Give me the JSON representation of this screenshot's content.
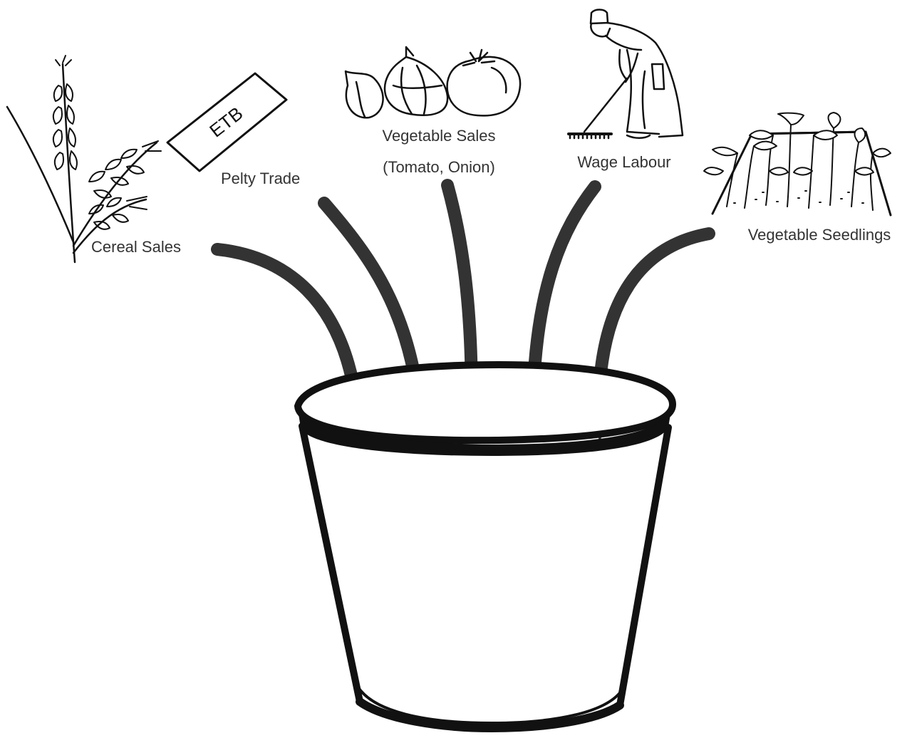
{
  "sources": [
    {
      "label": "Cereal Sales",
      "icon": "wheat-icon"
    },
    {
      "label": "Pelty Trade",
      "icon": "etb-banknote-icon",
      "icon_text": "ETB"
    },
    {
      "label": "Vegetable Sales",
      "label_line2": "(Tomato, Onion)",
      "icon": "tomato-onion-icon"
    },
    {
      "label": "Wage Labour",
      "icon": "labourer-icon"
    },
    {
      "label": "Vegetable Seedlings",
      "icon": "seedlings-icon"
    }
  ],
  "target": {
    "icon": "bucket-icon"
  },
  "colors": {
    "arrow": "#333333",
    "ink": "#111111",
    "label": "#333333"
  }
}
